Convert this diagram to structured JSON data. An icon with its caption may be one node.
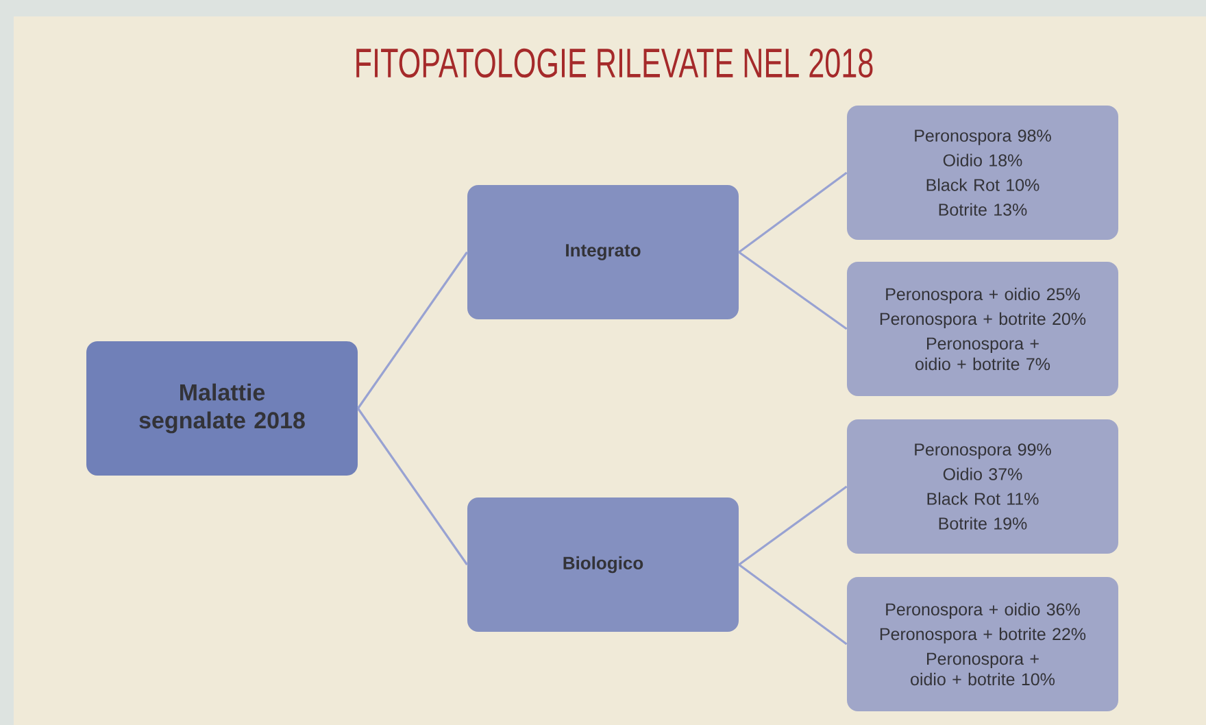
{
  "diagram": {
    "title": "FITOPATOLOGIE RILEVATE NEL 2018",
    "nodes": [
      {
        "text": [
          "Malattie segnalate 2018"
        ]
      },
      {
        "text": [
          "Integrato"
        ]
      },
      {
        "text": [
          "Biologico"
        ]
      },
      {
        "text": [
          "Peronospora 98%",
          "Oidio 18%",
          "Black Rot 10%",
          "Botrite 13%"
        ]
      },
      {
        "text": [
          "Peronospora + oidio 25%",
          "Peronospora + botrite 20%",
          "Peronospora + oidio + botrite 7%"
        ]
      },
      {
        "text": [
          "Peronospora 99%",
          "Oidio 37%",
          "Black Rot 11%",
          "Botrite 19%"
        ]
      },
      {
        "text": [
          "Peronospora + oidio 36%",
          "Peronospora + botrite  22%",
          "Peronospora + oidio + botrite 10%"
        ]
      }
    ],
    "edges": [
      {
        "from": 0,
        "to": 1,
        "arrow": "none"
      },
      {
        "from": 0,
        "to": 2,
        "arrow": "none"
      },
      {
        "from": 1,
        "to": 3,
        "arrow": "none"
      },
      {
        "from": 1,
        "to": 4,
        "arrow": "none"
      },
      {
        "from": 2,
        "to": 5,
        "arrow": "none"
      },
      {
        "from": 2,
        "to": 6,
        "arrow": "none"
      }
    ]
  }
}
